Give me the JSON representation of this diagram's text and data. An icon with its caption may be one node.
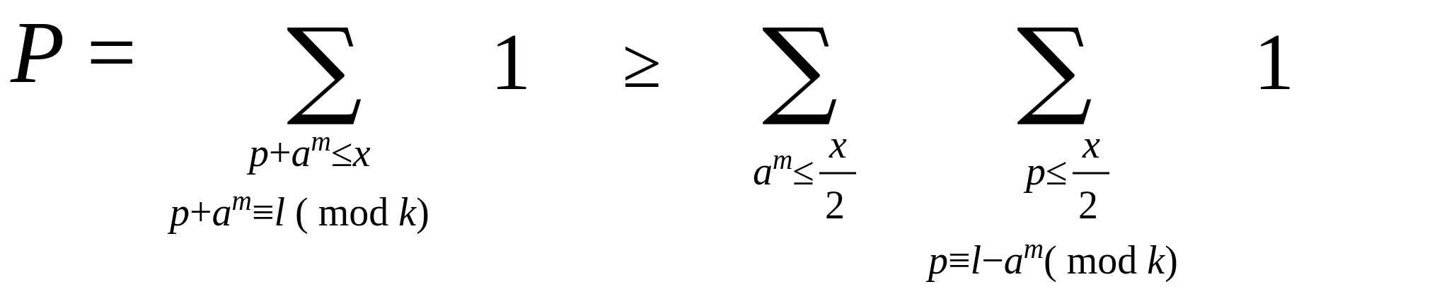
{
  "diagram": {
    "labels": [
      "*P* =",
      "∑",
      "1",
      "≥",
      "∑",
      "∑",
      "1",
      "*p*+*a*$^{m}$≤*x*",
      "*p*+*a*$^{m}$≡*l* ( mod *k*)",
      "*a*$^{m}$≤",
      "*x*",
      "2",
      "*p*≤",
      "*x*",
      "2",
      "*p*≡*l*−*a*$^{m}$( mod *k*)"
    ]
  }
}
